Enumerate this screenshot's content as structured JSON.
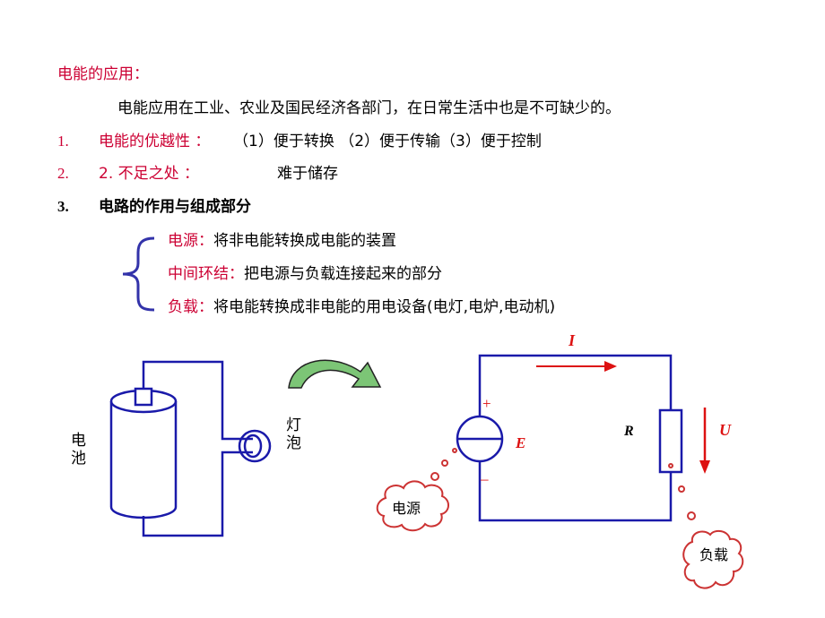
{
  "heading": "电能的应用：",
  "intro": "电能应用在工业、农业及国民经济各部门，在日常生活中也是不可缺少的。",
  "items": [
    {
      "num": "1.",
      "label": "电能的优越性 ：",
      "text": "（1）便于转换 （2）便于传输（3）便于控制"
    },
    {
      "num": "2.",
      "label": "2. 不足之处 ：",
      "text": "难于储存"
    },
    {
      "num": "3.",
      "label": "电路的作用与组成部分",
      "text": ""
    }
  ],
  "components": [
    {
      "term": "电源：",
      "desc": "将非电能转换成电能的装置"
    },
    {
      "term": "中间环结：",
      "desc": "把电源与负载连接起来的部分"
    },
    {
      "term": "负载：",
      "desc": "将电能转换成非电能的用电设备(电灯,电炉,电动机)"
    }
  ],
  "left_diagram": {
    "battery_label": "电\n池",
    "bulb_label": "灯\n泡"
  },
  "right_diagram": {
    "current": "I",
    "voltage": "U",
    "emf": "E",
    "resistor": "R",
    "plus": "+",
    "minus": "–",
    "source_cloud": "电源",
    "load_cloud": "负载"
  },
  "colors": {
    "red": "#cc0033",
    "blue": "#1a1aaa",
    "green": "#66bb66"
  }
}
